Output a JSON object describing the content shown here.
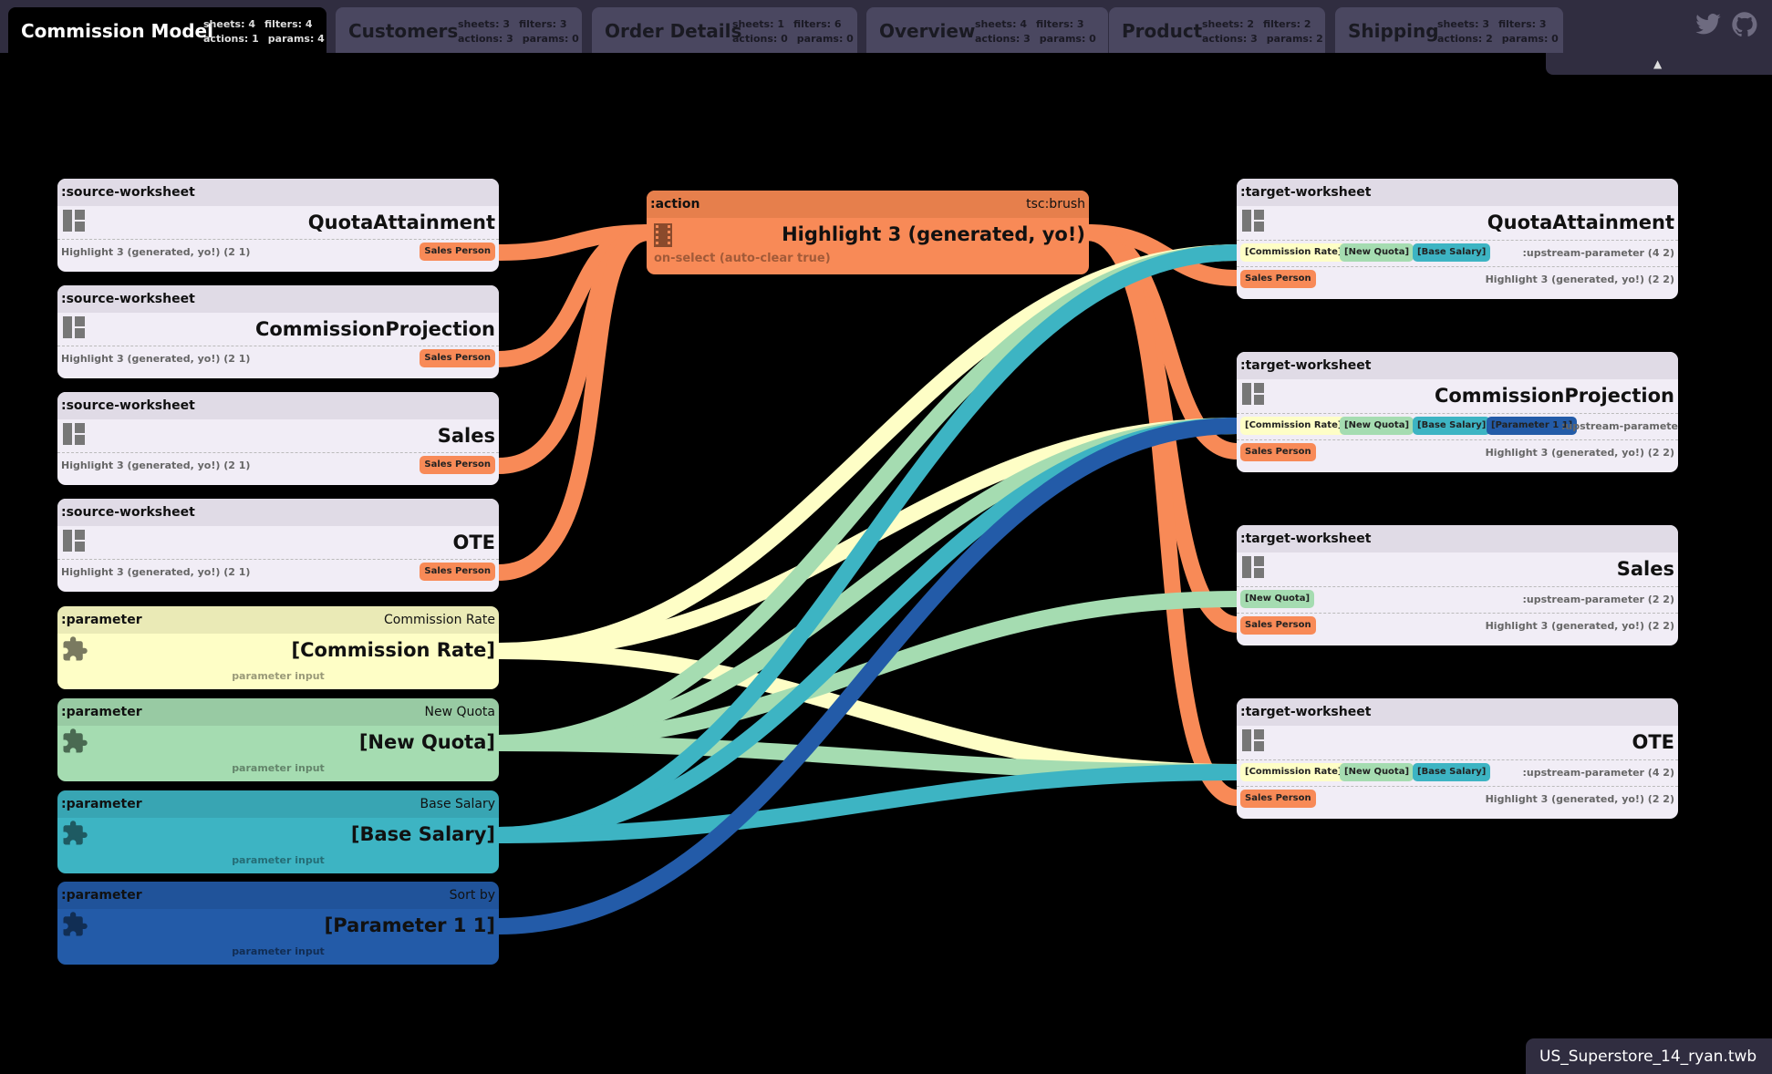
{
  "tabs": [
    {
      "name": "Commission Model",
      "sheets": "sheets: 4",
      "filters": "filters: 4",
      "actions": "actions: 1",
      "params": "params: 4",
      "active": true
    },
    {
      "name": "Customers",
      "sheets": "sheets: 3",
      "filters": "filters: 3",
      "actions": "actions: 3",
      "params": "params: 0"
    },
    {
      "name": "Order Details",
      "sheets": "sheets: 1",
      "filters": "filters: 6",
      "actions": "actions: 0",
      "params": "params: 0"
    },
    {
      "name": "Overview",
      "sheets": "sheets: 4",
      "filters": "filters: 3",
      "actions": "actions: 3",
      "params": "params: 0"
    },
    {
      "name": "Product",
      "sheets": "sheets: 2",
      "filters": "filters: 2",
      "actions": "actions: 3",
      "params": "params: 2"
    },
    {
      "name": "Shipping",
      "sheets": "sheets: 3",
      "filters": "filters: 3",
      "actions": "actions: 2",
      "params": "params: 0"
    }
  ],
  "social": {
    "twitter": "twitter-icon",
    "github": "github-icon"
  },
  "collapse_icon": "▲",
  "sources": [
    {
      "header": ":source-worksheet",
      "title": "QuotaAttainment",
      "row_label": "Highlight 3 (generated, yo!) (2 1)",
      "pill": "Sales Person"
    },
    {
      "header": ":source-worksheet",
      "title": "CommissionProjection",
      "row_label": "Highlight 3 (generated, yo!) (2 1)",
      "pill": "Sales Person"
    },
    {
      "header": ":source-worksheet",
      "title": "Sales",
      "row_label": "Highlight 3 (generated, yo!) (2 1)",
      "pill": "Sales Person"
    },
    {
      "header": ":source-worksheet",
      "title": "OTE",
      "row_label": "Highlight 3 (generated, yo!) (2 1)",
      "pill": "Sales Person"
    }
  ],
  "params": [
    {
      "header": ":parameter",
      "right": "Commission Rate",
      "title": "[Commission Rate]",
      "sub": "parameter input",
      "color": "#fefec6"
    },
    {
      "header": ":parameter",
      "right": "New Quota",
      "title": "[New Quota]",
      "sub": "parameter input",
      "color": "#a5dcb1"
    },
    {
      "header": ":parameter",
      "right": "Base Salary",
      "title": "[Base Salary]",
      "sub": "parameter input",
      "color": "#3db4c3"
    },
    {
      "header": ":parameter",
      "right": "Sort by",
      "title": "[Parameter 1 1]",
      "sub": "parameter input",
      "color": "#235ba8"
    }
  ],
  "action": {
    "header": ":action",
    "right": "tsc:brush",
    "title": "Highlight 3 (generated, yo!)",
    "sub": "on-select (auto-clear true)"
  },
  "targets": [
    {
      "header": ":target-worksheet",
      "title": "QuotaAttainment",
      "pills": [
        "[Commission Rate]",
        "[New Quota]",
        "[Base Salary]"
      ],
      "upstream": ":upstream-parameter (4 2)",
      "pill2": "Sales Person",
      "highlight": "Highlight 3 (generated, yo!) (2 2)"
    },
    {
      "header": ":target-worksheet",
      "title": "CommissionProjection",
      "pills": [
        "[Commission Rate]",
        "[New Quota]",
        "[Base Salary]",
        "[Parameter 1 1]"
      ],
      "upstream": ":upstream-paramete",
      "pill2": "Sales Person",
      "highlight": "Highlight 3 (generated, yo!) (2 2)"
    },
    {
      "header": ":target-worksheet",
      "title": "Sales",
      "pills": [
        "[New Quota]"
      ],
      "upstream": ":upstream-parameter (2 2)",
      "pill2": "Sales Person",
      "highlight": "Highlight 3 (generated, yo!) (2 2)"
    },
    {
      "header": ":target-worksheet",
      "title": "OTE",
      "pills": [
        "[Commission Rate]",
        "[New Quota]",
        "[Base Salary]"
      ],
      "upstream": ":upstream-parameter (4 2)",
      "pill2": "Sales Person",
      "highlight": "Highlight 3 (generated, yo!) (2 2)"
    }
  ],
  "colors": {
    "orange": "#f88a57",
    "commission": "#fefec6",
    "quota": "#a5dcb1",
    "salary": "#3db4c3",
    "param11": "#235ba8"
  },
  "footer": "US_Superstore_14_ryan.twb"
}
